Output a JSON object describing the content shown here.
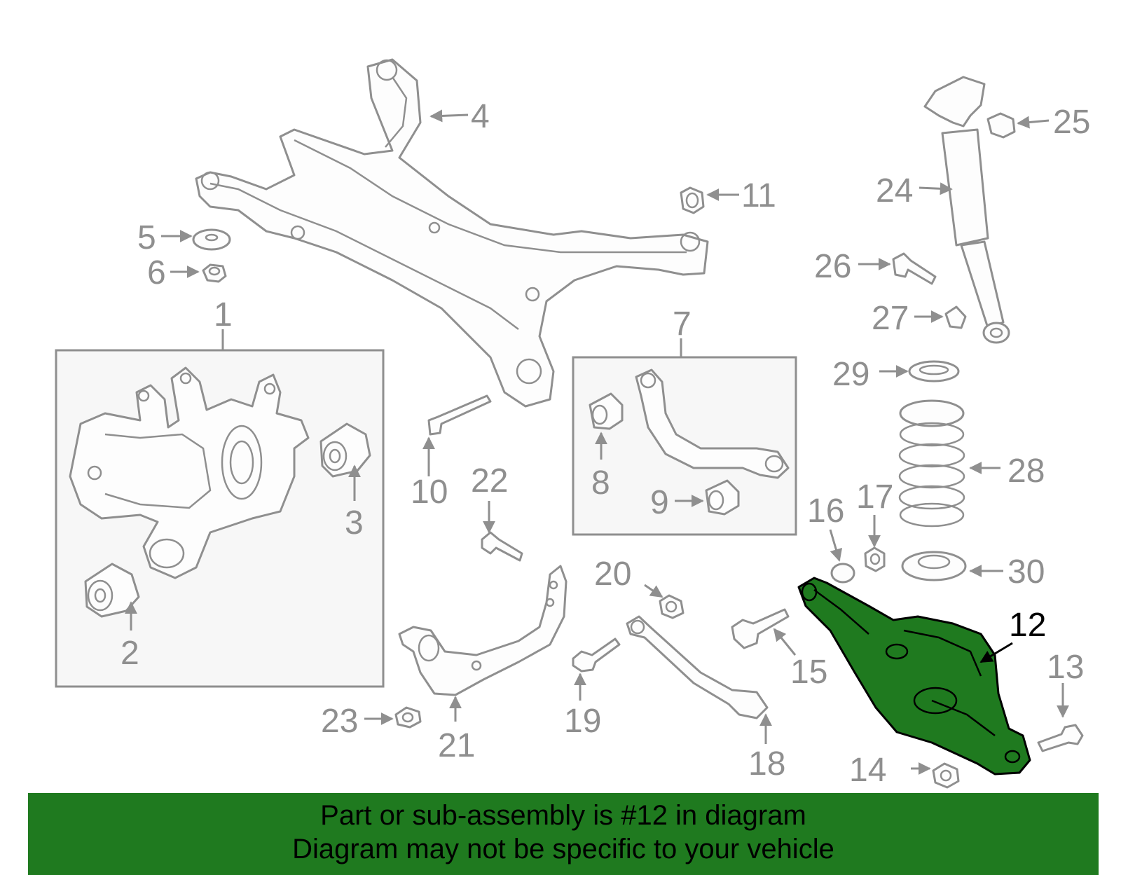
{
  "diagram": {
    "highlight_color": "#1f7a1f",
    "line_color": "#8f8f8f",
    "highlighted_part": "12",
    "callouts": {
      "c1": "1",
      "c2": "2",
      "c3": "3",
      "c4": "4",
      "c5": "5",
      "c6": "6",
      "c7": "7",
      "c8": "8",
      "c9": "9",
      "c10": "10",
      "c11": "11",
      "c12": "12",
      "c13": "13",
      "c14": "14",
      "c15": "15",
      "c16": "16",
      "c17": "17",
      "c18": "18",
      "c19": "19",
      "c20": "20",
      "c21": "21",
      "c22": "22",
      "c23": "23",
      "c24": "24",
      "c25": "25",
      "c26": "26",
      "c27": "27",
      "c28": "28",
      "c29": "29",
      "c30": "30"
    }
  },
  "footer": {
    "line1": "Part or sub-assembly is #12 in diagram",
    "line2": "Diagram may not be specific to your vehicle"
  }
}
